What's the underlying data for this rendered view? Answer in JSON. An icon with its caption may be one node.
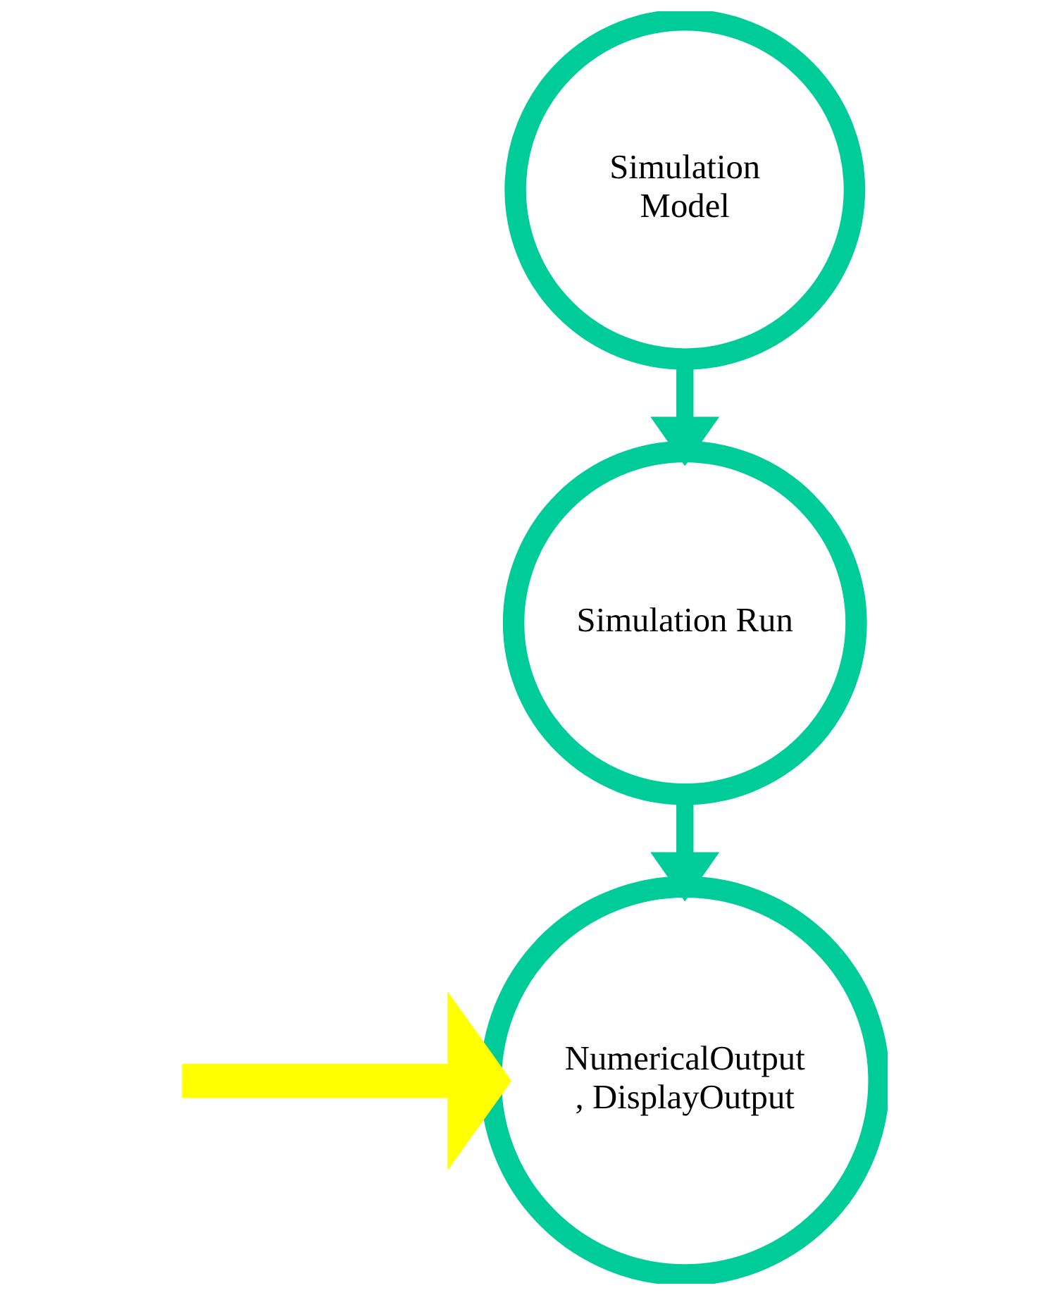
{
  "diagram": {
    "nodes": [
      {
        "text": [
          "Simulation Model"
        ]
      },
      {
        "text": [
          "Simulation Run"
        ]
      },
      {
        "text": [
          "NumericalOutput , DisplayOutput"
        ]
      }
    ],
    "edges": [
      {
        "from": 0,
        "to": 1,
        "arrow": "to"
      },
      {
        "from": 1,
        "to": 2,
        "arrow": "to"
      },
      {
        "from": null,
        "to": 2,
        "arrow": "to",
        "style": "thick",
        "color": "#ffff00"
      }
    ]
  }
}
